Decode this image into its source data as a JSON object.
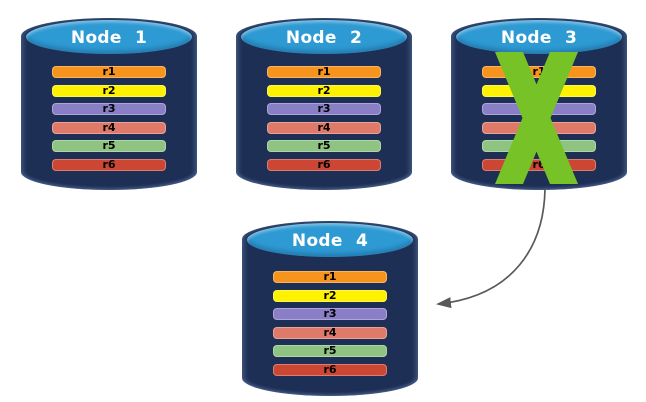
{
  "canvas": {
    "background": "#FFFFFF"
  },
  "palette": {
    "cylinder_body": "#1E2F55",
    "cylinder_top": "#2E9AD3",
    "node_label_color": "#FFFFFF",
    "row_label_color": "#000000",
    "x_mark": "#77C226",
    "arrow": "#595959"
  },
  "nodes": [
    {
      "label": "Node 1",
      "failed": false,
      "rows": [
        {
          "label": "r1",
          "color": "#F7941D"
        },
        {
          "label": "r2",
          "color": "#FFF200"
        },
        {
          "label": "r3",
          "color": "#8A7EC6"
        },
        {
          "label": "r4",
          "color": "#DF7A6B"
        },
        {
          "label": "r5",
          "color": "#8FC382"
        },
        {
          "label": "r6",
          "color": "#CB4733"
        }
      ]
    },
    {
      "label": "Node 2",
      "failed": false,
      "rows": [
        {
          "label": "r1",
          "color": "#F7941D"
        },
        {
          "label": "r2",
          "color": "#FFF200"
        },
        {
          "label": "r3",
          "color": "#8A7EC6"
        },
        {
          "label": "r4",
          "color": "#DF7A6B"
        },
        {
          "label": "r5",
          "color": "#8FC382"
        },
        {
          "label": "r6",
          "color": "#CB4733"
        }
      ]
    },
    {
      "label": "Node 3",
      "failed": true,
      "rows": [
        {
          "label": "r1",
          "color": "#F7941D"
        },
        {
          "label": "r2",
          "color": "#FFF200"
        },
        {
          "label": "r3",
          "color": "#8A7EC6"
        },
        {
          "label": "r4",
          "color": "#DF7A6B"
        },
        {
          "label": "r5",
          "color": "#8FC382"
        },
        {
          "label": "r6",
          "color": "#CB4733"
        }
      ]
    },
    {
      "label": "Node 4",
      "failed": false,
      "rows": [
        {
          "label": "r1",
          "color": "#F7941D"
        },
        {
          "label": "r2",
          "color": "#FFF200"
        },
        {
          "label": "r3",
          "color": "#8A7EC6"
        },
        {
          "label": "r4",
          "color": "#DF7A6B"
        },
        {
          "label": "r5",
          "color": "#8FC382"
        },
        {
          "label": "r6",
          "color": "#CB4733"
        }
      ]
    }
  ],
  "arrow": {
    "from": "Node 3",
    "to": "Node 4"
  }
}
